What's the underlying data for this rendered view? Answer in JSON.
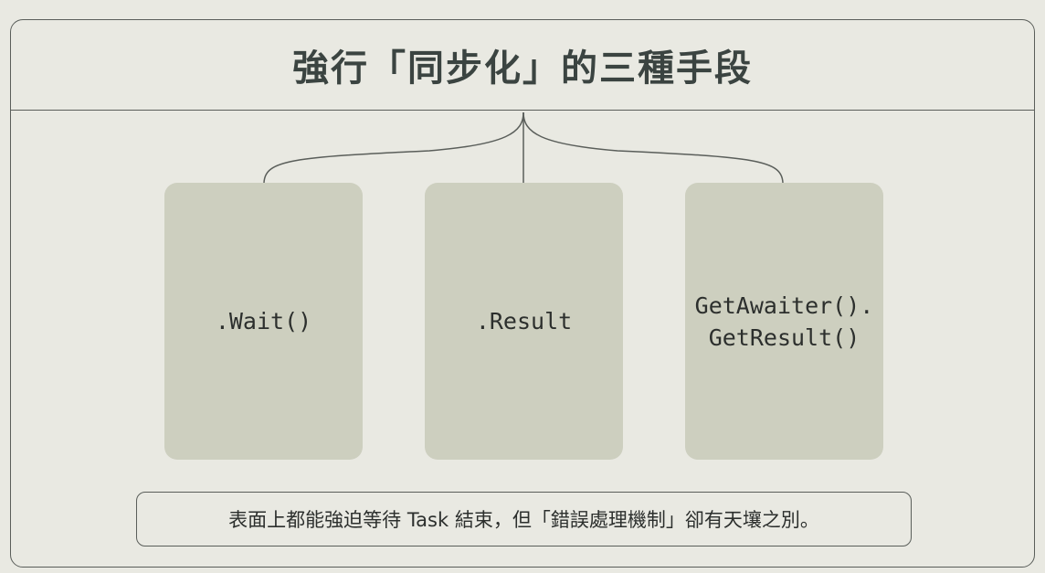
{
  "diagram": {
    "title": "強行「同步化」的三種手段",
    "methods": [
      {
        "lines": [
          ".Wait()"
        ]
      },
      {
        "lines": [
          ".Result"
        ]
      },
      {
        "lines": [
          "GetAwaiter().",
          "GetResult()"
        ]
      }
    ],
    "footnote": "表面上都能強迫等待 Task 結束，但「錯誤處理機制」卻有天壤之別。"
  },
  "colors": {
    "background": "#e9e9e2",
    "card_fill": "#cdcfbf",
    "stroke": "#5a5e5a",
    "title_text": "#3b4441",
    "body_text": "#2c2f2d"
  }
}
